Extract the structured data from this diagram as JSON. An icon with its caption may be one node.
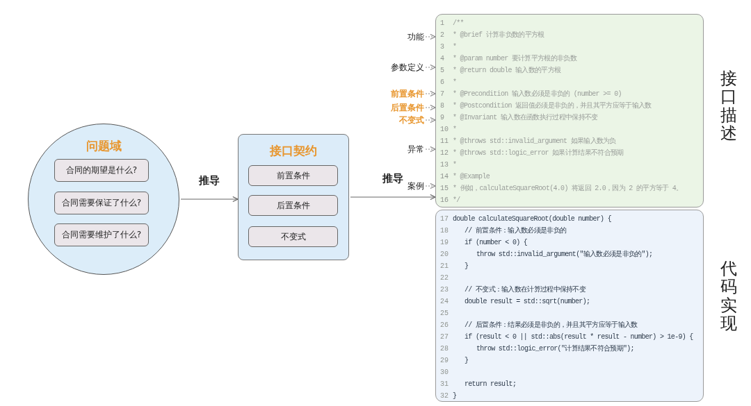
{
  "diagram": {
    "nodes": [
      {
        "text": [
          "问题域"
        ]
      },
      {
        "text": [
          "合同的期望是什么?"
        ],
        "in": 0
      },
      {
        "text": [
          "合同需要保证了什么?"
        ],
        "in": 0
      },
      {
        "text": [
          "合同需要维护了什么?"
        ],
        "in": 0
      },
      {
        "text": [
          "接口契约"
        ]
      },
      {
        "text": [
          "前置条件"
        ],
        "in": 4
      },
      {
        "text": [
          "后置条件"
        ],
        "in": 4
      },
      {
        "text": [
          "不变式"
        ],
        "in": 4
      },
      {
        "text": [
          "/**",
          "* @brief 计算非负数的平方根",
          "*",
          "* @param number 要计算平方根的非负数",
          "* @return double 输入数的平方根",
          "*",
          "* @Precondition 输入数必须是非负的 (number >= 0)",
          "* @Postcondition 返回值必须是非负的，并且其平方应等于输入数",
          "* @Invariant 输入数在函数执行过程中保持不变",
          "*",
          "* @throws std::invalid_argument 如果输入数为负",
          "* @throws std::logic_error 如果计算结果不符合预期",
          "*",
          "* @Example",
          "* 例如，calculateSquareRoot(4.0) 将返回 2.0，因为 2 的平方等于 4。",
          "*/"
        ]
      },
      {
        "text": [
          "double calculateSquareRoot(double number) {",
          "// 前置条件：输入数必须是非负的",
          "if (number < 0) {",
          "throw std::invalid_argument(\"输入数必须是非负的\");",
          "}",
          "// 不变式：输入数在计算过程中保持不变",
          "double result = std::sqrt(number);",
          "// 后置条件：结果必须是非负的，并且其平方应等于输入数",
          "if (result < 0 || std::abs(result * result - number) > 1e-9) {",
          "throw std::logic_error(\"计算结果不符合预期\");",
          "}",
          "return result;",
          "}"
        ]
      },
      {
        "text": [
          "功能"
        ]
      },
      {
        "text": [
          "参数定义"
        ]
      },
      {
        "text": [
          "前置条件"
        ]
      },
      {
        "text": [
          "后置条件"
        ]
      },
      {
        "text": [
          "不变式"
        ]
      },
      {
        "text": [
          "异常"
        ]
      },
      {
        "text": [
          "案例"
        ]
      }
    ],
    "edges": [
      {
        "from": 0,
        "to": 4,
        "arrow": "to",
        "label": "推导"
      },
      {
        "from": 4,
        "to": 8,
        "arrow": "to",
        "label": "推导"
      },
      {
        "from": 10,
        "to": 8,
        "arrow": "to",
        "style": "dashed"
      },
      {
        "from": 11,
        "to": 8,
        "arrow": "to",
        "style": "dashed"
      },
      {
        "from": 12,
        "to": 8,
        "arrow": "to",
        "style": "dashed"
      },
      {
        "from": 13,
        "to": 8,
        "arrow": "to",
        "style": "dashed"
      },
      {
        "from": 14,
        "to": 8,
        "arrow": "to",
        "style": "dashed"
      },
      {
        "from": 15,
        "to": 8,
        "arrow": "to",
        "style": "dashed"
      },
      {
        "from": 16,
        "to": 8,
        "arrow": "to",
        "style": "dashed"
      }
    ],
    "labels": [
      "1",
      "2",
      "3",
      "4",
      "5",
      "6",
      "7",
      "8",
      "9",
      "10",
      "11",
      "12",
      "13",
      "14",
      "15",
      "16",
      "接口描述",
      "17",
      "18",
      "19",
      "20",
      "21",
      "22",
      "23",
      "24",
      "25",
      "26",
      "27",
      "28",
      "29",
      "30",
      "31",
      "32",
      "代码实现"
    ]
  }
}
